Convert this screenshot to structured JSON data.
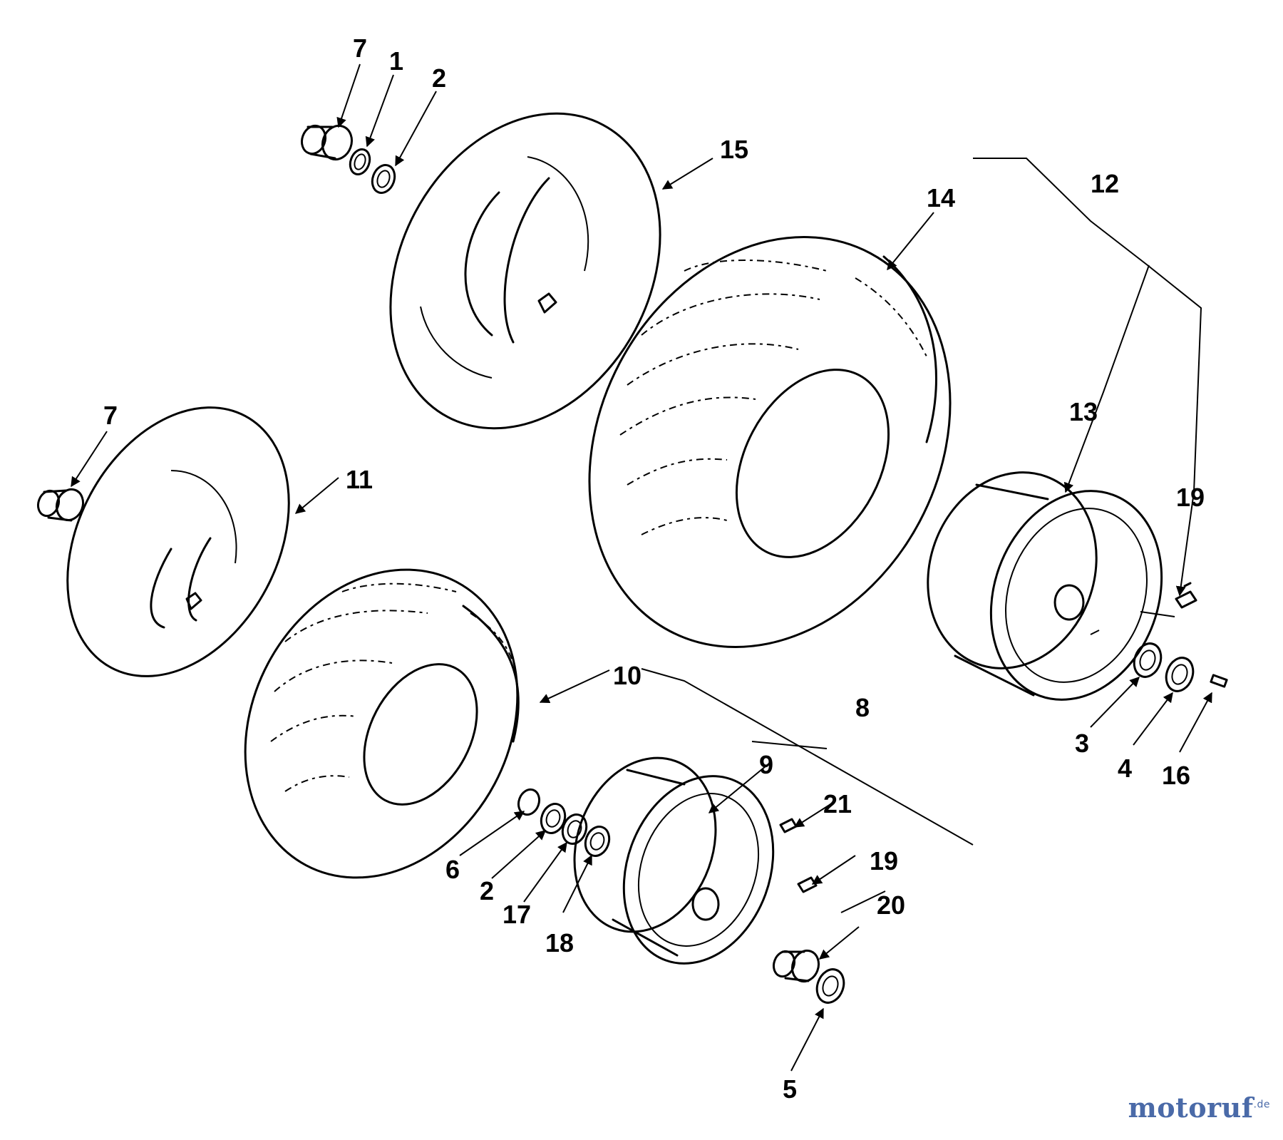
{
  "diagram": {
    "callouts": {
      "c7a": "7",
      "c1": "1",
      "c2a": "2",
      "c15": "15",
      "c14": "14",
      "c12": "12",
      "c13": "13",
      "c19a": "19",
      "c7b": "7",
      "c11": "11",
      "c10": "10",
      "c8": "8",
      "c9": "9",
      "c21": "21",
      "c19b": "19",
      "c20": "20",
      "c6": "6",
      "c2b": "2",
      "c17": "17",
      "c18": "18",
      "c5": "5",
      "c3": "3",
      "c4": "4",
      "c16": "16"
    }
  },
  "watermark": {
    "text": "motoruf",
    "suffix": ".de"
  },
  "colors": {
    "line": "#000000",
    "watermark": "#4a6aa8",
    "background": "#ffffff"
  }
}
